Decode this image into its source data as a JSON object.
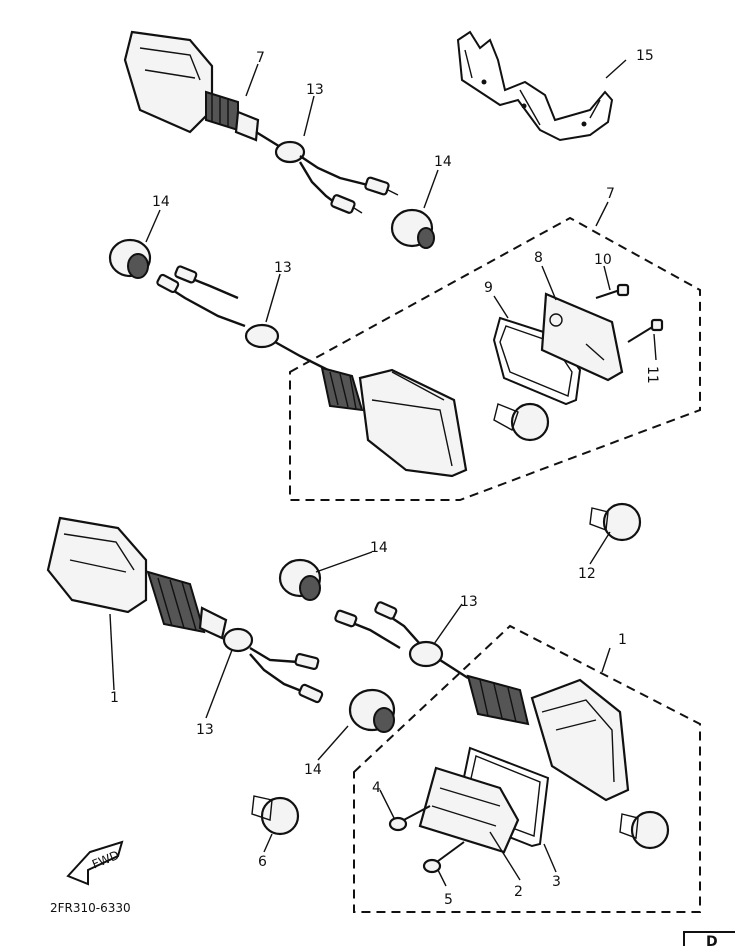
{
  "diagram": {
    "drawing_code": "2FR310-6330",
    "fwd_label": "FWD",
    "corner_letter": "D",
    "callouts": {
      "c15": "15",
      "c7_top": "7",
      "c13_top": "13",
      "c14_top_right": "14",
      "c14_left": "14",
      "c13_mid": "13",
      "c7_group": "7",
      "c8": "8",
      "c9": "9",
      "c10": "10",
      "c11": "11",
      "c12": "12",
      "c14_center": "14",
      "c13_lower_center": "13",
      "c1_group": "1",
      "c1_left": "1",
      "c13_lower_left": "13",
      "c14_lower": "14",
      "c4": "4",
      "c6": "6",
      "c5": "5",
      "c2": "2",
      "c3": "3"
    }
  }
}
